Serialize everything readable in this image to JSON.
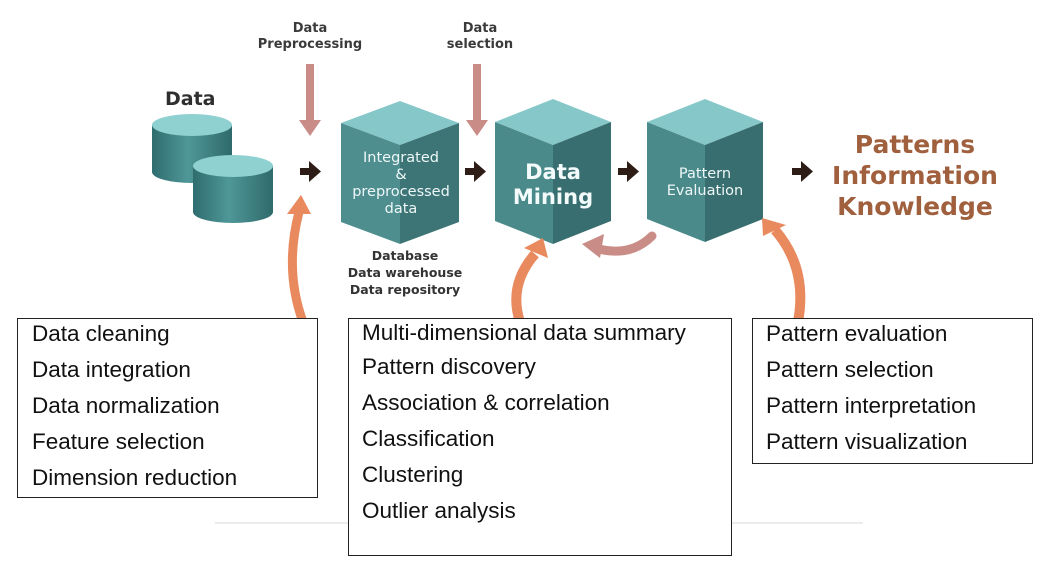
{
  "labels": {
    "data_preprocessing": "Data\nPreprocessing",
    "data_selection": "Data\nselection",
    "data": "Data",
    "storage": [
      "Database",
      "Data warehouse",
      "Data repository"
    ]
  },
  "cubes": {
    "integrated": "Integrated\n&\npreprocessed\ndata",
    "mining": "Data\nMining",
    "evaluation": "Pattern\nEvaluation"
  },
  "outcomes": [
    "Patterns",
    "Information",
    "Knowledge"
  ],
  "boxes": {
    "preprocessing": [
      "Data cleaning",
      "Data integration",
      "Data normalization",
      "Feature selection",
      "Dimension reduction"
    ],
    "mining": [
      "Multi-dimensional data summary",
      "Pattern discovery",
      "Association & correlation",
      "Classification",
      "Clustering",
      "Outlier analysis"
    ],
    "evaluation": [
      "Pattern evaluation",
      "Pattern selection",
      "Pattern interpretation",
      "Pattern visualization"
    ]
  },
  "colors": {
    "cube_front": "#4f8f90",
    "cube_top": "#86c8c9",
    "cube_side": "#3a7071",
    "cylinder": "#3f8284",
    "arrow_dark": "#2e1d17",
    "arrow_pink": "#c98c87",
    "arrow_orange": "#e8895e",
    "outcome_text": "#a0603e"
  }
}
